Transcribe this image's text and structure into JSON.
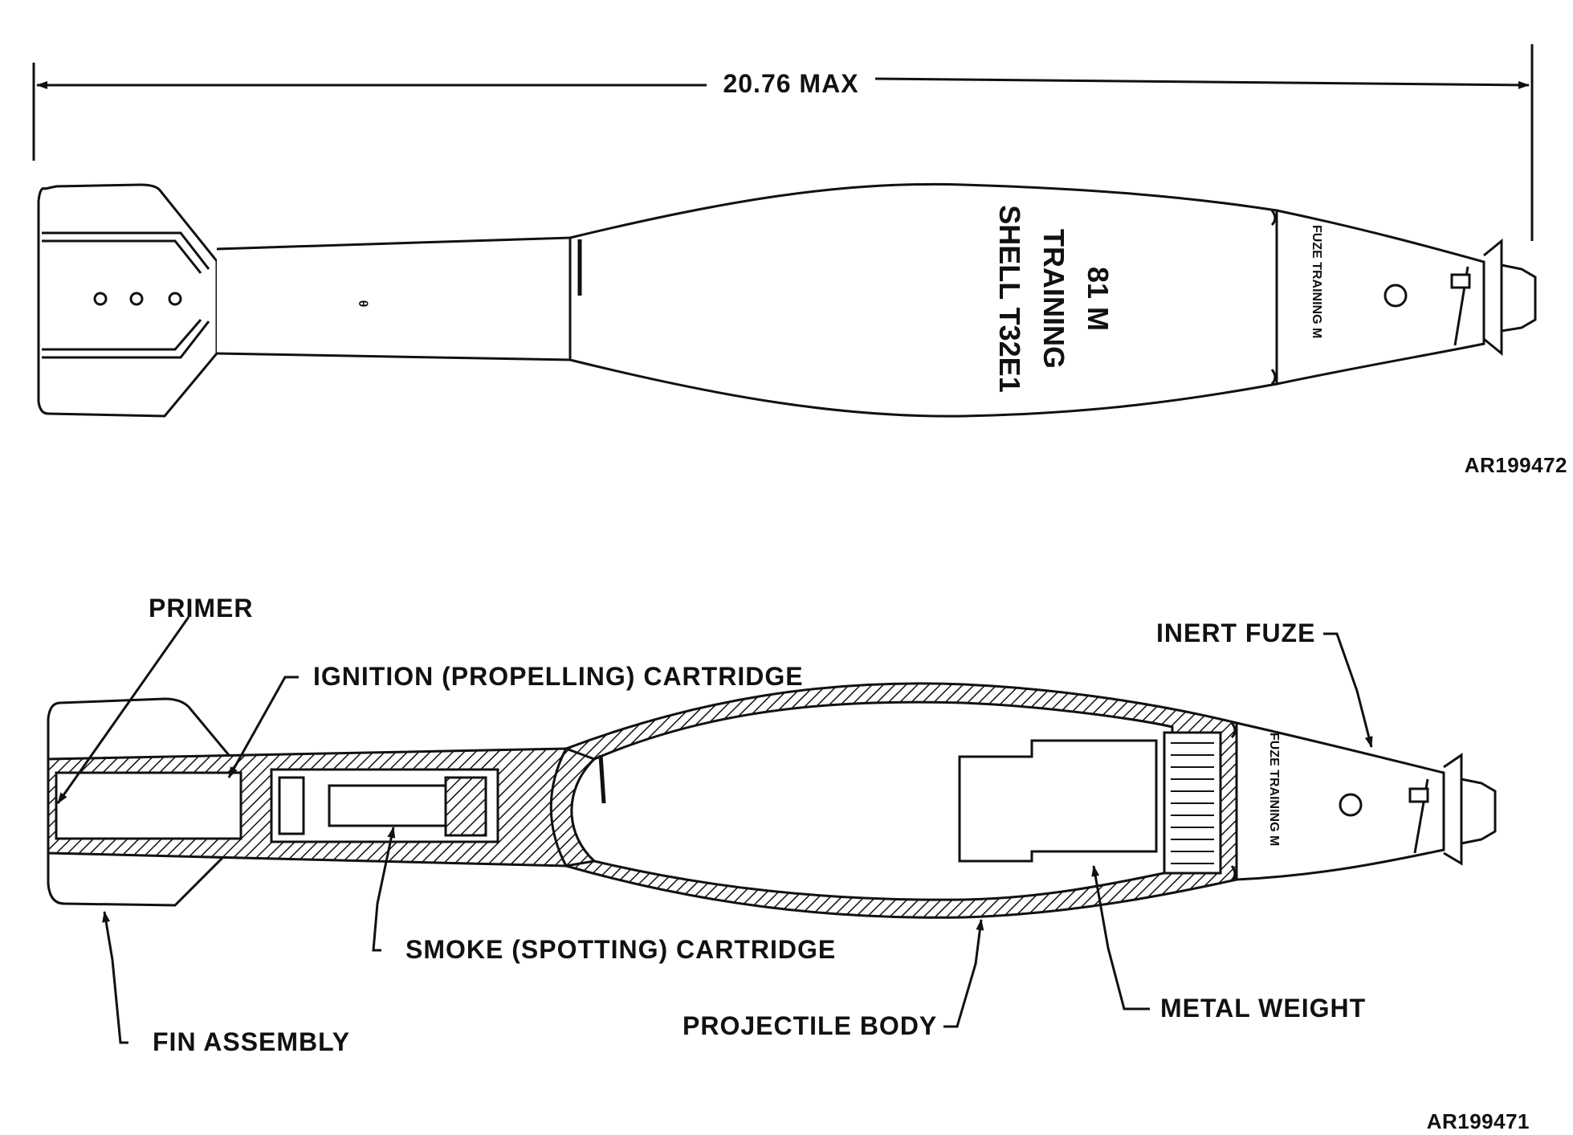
{
  "top_view": {
    "dimension": "20.76 MAX",
    "marking_line1": "81 M",
    "marking_line2": "TRAINING",
    "marking_line3": "SHELL T32E1",
    "fuze_marking": "FUZE TRAINING M",
    "code": "AR199472"
  },
  "section_view": {
    "labels": {
      "primer": "PRIMER",
      "ignition_cartridge": "IGNITION (PROPELLING) CARTRIDGE",
      "smoke_cartridge": "SMOKE (SPOTTING) CARTRIDGE",
      "fin_assembly": "FIN ASSEMBLY",
      "projectile_body": "PROJECTILE BODY",
      "metal_weight": "METAL WEIGHT",
      "inert_fuze": "INERT FUZE"
    },
    "fuze_marking": "FUZE TRAINING M",
    "code": "AR199471"
  }
}
